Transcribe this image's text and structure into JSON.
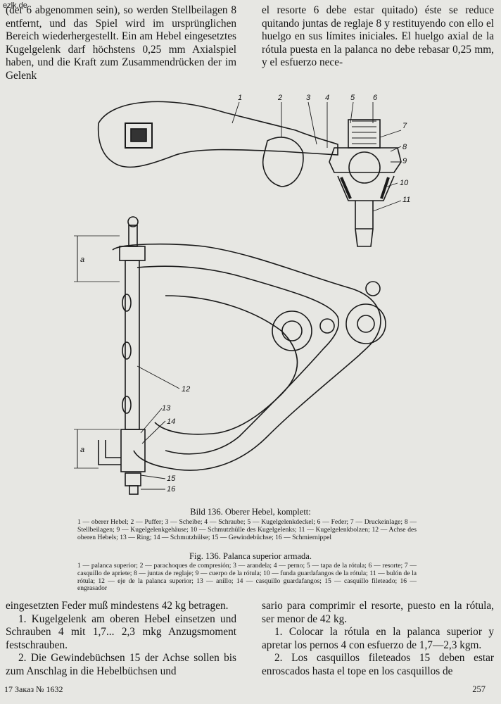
{
  "watermark": "ezlk.de",
  "top_left": {
    "text": "(der 6 abgenommen sein), so werden Stellbeilagen 8 entfernt, und das Spiel wird im ursprünglichen Bereich wiederhergestellt. Ein am Hebel eingesetztes Kugelgelenk darf höchstens 0,25 mm Axialspiel haben, und die Kraft zum Zusammendrücken der im Gelenk"
  },
  "top_right": {
    "text": "el resorte 6 debe estar quitado) éste se reduce quitando juntas de reglaje 8 y restituyendo con ello el huelgo en sus límites iniciales. El huelgo axial de la rótula puesta en la palanca no debe rebasar 0,25 mm, y el esfuerzo nece-"
  },
  "figure": {
    "callouts": [
      "1",
      "2",
      "3",
      "4",
      "5",
      "6",
      "7",
      "8",
      "9",
      "10",
      "11",
      "12",
      "13",
      "14",
      "15",
      "16"
    ],
    "dimension_label": "a"
  },
  "caption_de": {
    "title": "Bild 136. Oberer Hebel, komplett:",
    "legend": "1 — oberer Hebel; 2 — Puffer; 3 — Scheibe; 4 — Schraube; 5 — Kugelgelenkdeckel; 6 — Feder; 7 — Druckeinlage; 8 — Stellbeilagen; 9 — Kugelgelenkgehäuse; 10 — Schmutzhülle des Kugelgelenks; 11 — Kugelgelenkbolzen; 12 — Achse des oberen Hebels; 13 — Ring; 14 — Schmutzhülse; 15 — Gewindebüchse; 16 — Schmiernippel"
  },
  "caption_es": {
    "title": "Fig. 136. Palanca superior armada.",
    "legend": "1 — palanca superior; 2 — parachoques de compresión; 3 — arandela; 4 — perno; 5 — tapa de la rótula; 6 — resorte; 7 — casquillo de apriete; 8 — juntas de reglaje; 9 — cuerpo de la rótula; 10 — funda guardafangos de la rótula; 11 — bulón de la rótula; 12 — eje de la palanca superior; 13 — anillo; 14 — casquillo guardafangos; 15 — casquillo fileteado; 16 — engrasador"
  },
  "bottom_left": {
    "p1": "eingesetzten Feder muß mindestens 42 kg betragen.",
    "p2": "1. Kugelgelenk am oberen Hebel einsetzen und Schrauben 4 mit 1,7... 2,3 mkg Anzugsmoment festschrauben.",
    "p3": "2. Die Gewindebüchsen 15 der Achse sollen bis zum Anschlag in die Hebelbüchsen und"
  },
  "bottom_right": {
    "p1": "sario para comprimir el resorte, puesto en la rótula, ser menor de 42 kg.",
    "p2": "1. Colocar la rótula en la palanca superior y apretar los pernos 4 con esfuerzo de 1,7—2,3 kgm.",
    "p3": "2. Los casquillos fileteados 15 deben estar enroscados hasta el tope en los casquillos de"
  },
  "footer": {
    "left": "17 Заказ № 1632",
    "right": "257"
  }
}
